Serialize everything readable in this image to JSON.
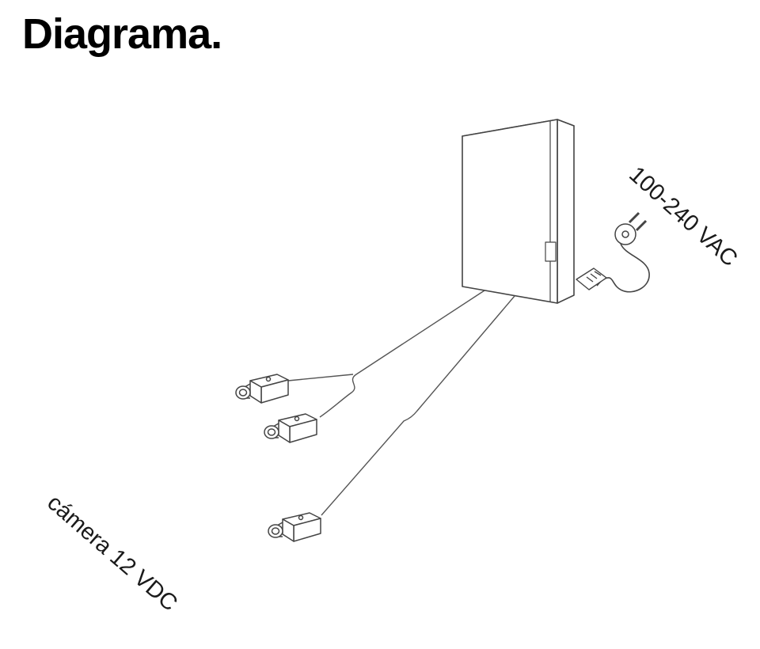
{
  "page": {
    "title": "Diagrama."
  },
  "diagram": {
    "labels": {
      "power": "100-240 VAC",
      "camera": "cámera 12 VDC"
    },
    "components": [
      "power-supply-enclosure",
      "power-plug-and-cord",
      "power-connector",
      "camera-1",
      "camera-2",
      "camera-3"
    ],
    "colors": {
      "line": "#444444",
      "text": "#1a1a1a",
      "background": "#ffffff"
    }
  }
}
